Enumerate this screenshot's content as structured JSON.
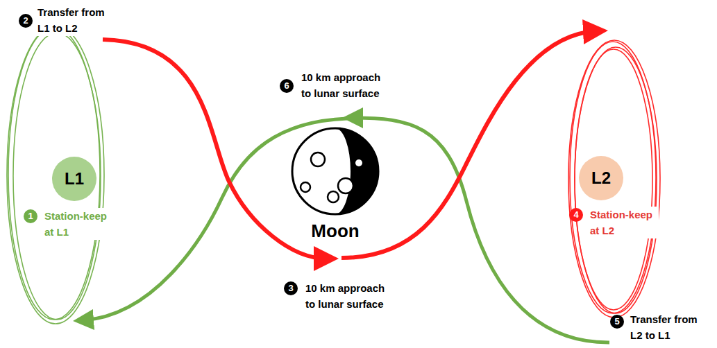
{
  "diagram": {
    "nodes": [
      {
        "text": [
          "L1"
        ]
      },
      {
        "text": [
          "Moon"
        ]
      },
      {
        "text": [
          "L2"
        ]
      }
    ],
    "labels": [
      "2",
      "Transfer from L1 to L2",
      "6",
      "10 km approach to lunar surface",
      "1",
      "Station-keep at L1",
      "3",
      "10 km approach to lunar surface",
      "4",
      "Station-keep at L2",
      "5",
      "Transfer from L2 to L1"
    ]
  }
}
